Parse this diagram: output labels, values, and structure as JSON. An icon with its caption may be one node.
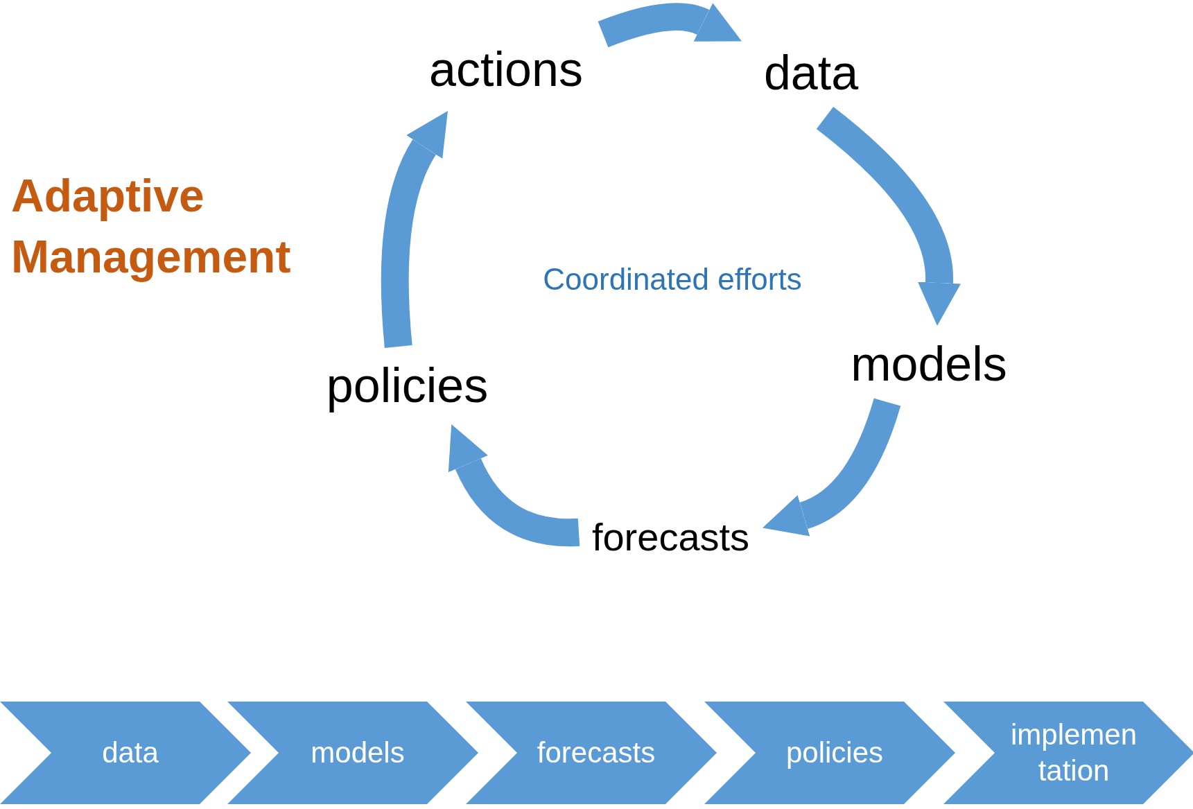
{
  "diagram": {
    "title": "Adaptive Management",
    "nodes": [
      {
        "text": [
          "actions"
        ]
      },
      {
        "text": [
          "data"
        ]
      },
      {
        "text": [
          "models"
        ]
      },
      {
        "text": [
          "forecasts"
        ]
      },
      {
        "text": [
          "policies"
        ]
      },
      {
        "text": [
          "data"
        ]
      },
      {
        "text": [
          "models"
        ]
      },
      {
        "text": [
          "forecasts"
        ]
      },
      {
        "text": [
          "policies"
        ]
      },
      {
        "text": [
          "implemen tation"
        ]
      }
    ],
    "edges": [
      {
        "from": 0,
        "to": 1,
        "arrow": "to"
      },
      {
        "from": 1,
        "to": 2,
        "arrow": "to"
      },
      {
        "from": 2,
        "to": 3,
        "arrow": "to"
      },
      {
        "from": 3,
        "to": 4,
        "arrow": "to"
      },
      {
        "from": 4,
        "to": 0,
        "arrow": "to"
      }
    ],
    "labels": [
      "Coordinated efforts"
    ]
  }
}
